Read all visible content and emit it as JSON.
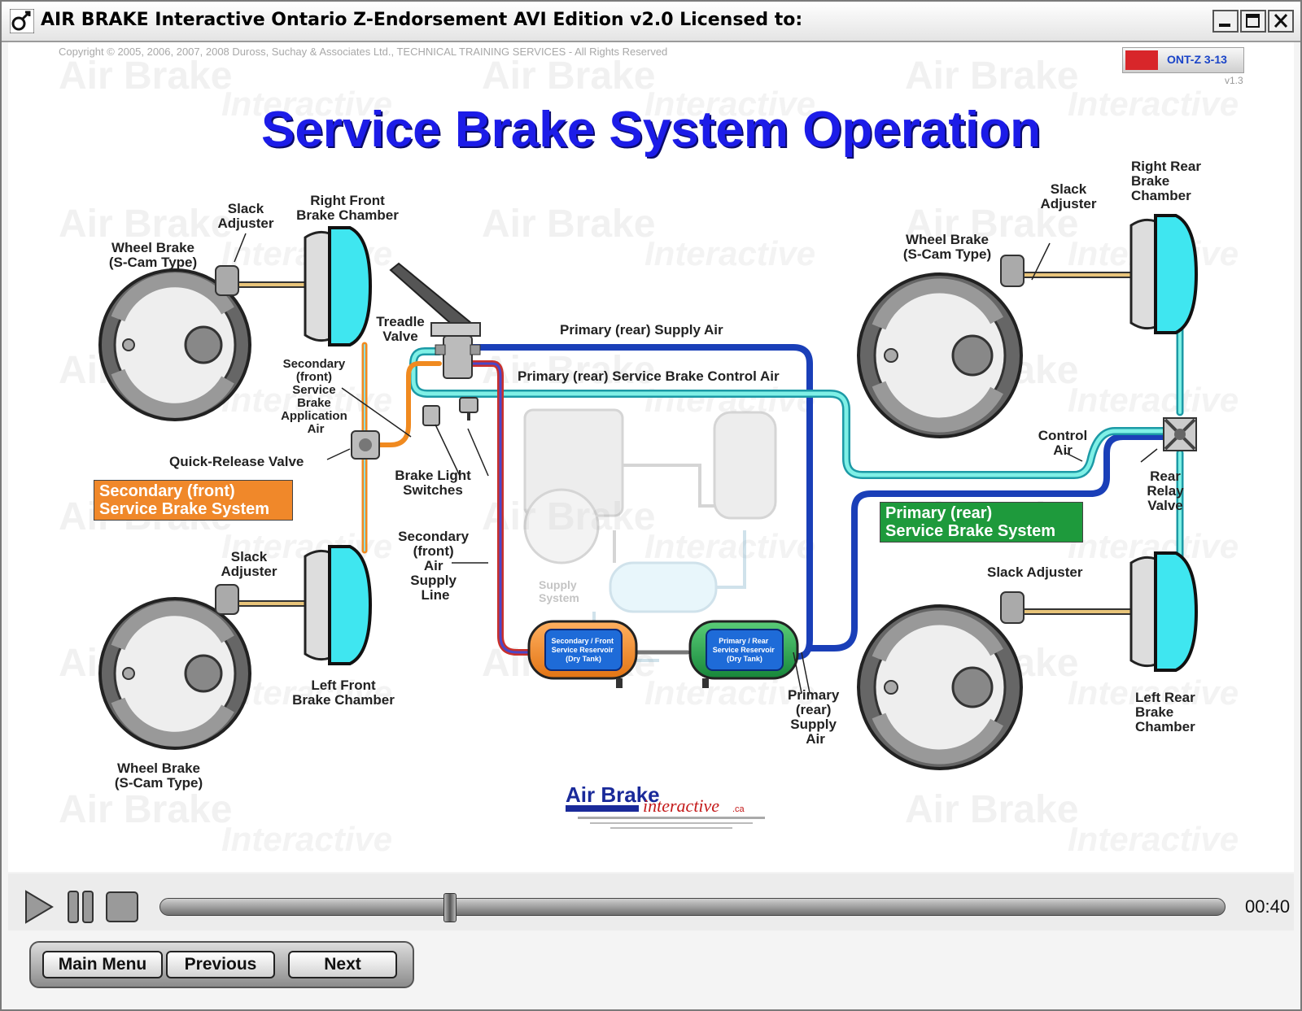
{
  "window": {
    "title": "AIR BRAKE Interactive Ontario Z-Endorsement AVI Edition v2.0  Licensed to:"
  },
  "slide": {
    "copyright": "Copyright © 2005, 2006, 2007, 2008  Duross, Suchay & Associates Ltd., TECHNICAL TRAINING SERVICES - All Rights Reserved",
    "badge": "ONT-Z 3-13",
    "version": "v1.3",
    "title": "Service Brake System Operation",
    "logo_line1": "Air Brake",
    "logo_line2": "interactive",
    "logo_suffix": ".ca",
    "watermark_line1": "Air Brake",
    "watermark_line2": "Interactive"
  },
  "labels": {
    "rf_slack": [
      "Slack",
      "Adjuster"
    ],
    "rf_chamber": [
      "Right Front",
      "Brake Chamber"
    ],
    "lf_wheel_top": [
      "Wheel Brake",
      "(S-Cam Type)"
    ],
    "treadle": [
      "Treadle",
      "Valve"
    ],
    "secondary_app": [
      "Secondary",
      "(front)",
      "Service",
      "Brake",
      "Application",
      "Air"
    ],
    "quick_release": "Quick-Release Valve",
    "brake_light": [
      "Brake Light",
      "Switches"
    ],
    "secondary_front_system": [
      "Secondary (front)",
      "Service Brake System"
    ],
    "lf_slack": [
      "Slack",
      "Adjuster"
    ],
    "secondary_supply": [
      "Secondary",
      "(front)",
      "Air",
      "Supply",
      "Line"
    ],
    "lf_chamber": [
      "Left Front",
      "Brake Chamber"
    ],
    "lf_wheel_bottom": [
      "Wheel Brake",
      "(S-Cam Type)"
    ],
    "primary_supply_air": "Primary (rear) Supply Air",
    "primary_control_air": "Primary (rear) Service Brake Control Air",
    "supply_system": [
      "Supply",
      "System"
    ],
    "secondary_tank": [
      "Secondary / Front",
      "Service Reservoir",
      "(Dry Tank)"
    ],
    "primary_tank": [
      "Primary / Rear",
      "Service Reservoir",
      "(Dry Tank)"
    ],
    "primary_rear_supply": [
      "Primary",
      "(rear)",
      "Supply",
      "Air"
    ],
    "rr_slack": [
      "Slack",
      "Adjuster"
    ],
    "rr_chamber": [
      "Right Rear",
      "Brake",
      "Chamber"
    ],
    "rr_wheel": [
      "Wheel Brake",
      "(S-Cam Type)"
    ],
    "control_air": [
      "Control",
      "Air"
    ],
    "relay_valve": [
      "Rear",
      "Relay",
      "Valve"
    ],
    "primary_rear_system": [
      "Primary (rear)",
      "Service Brake System"
    ],
    "lr_slack": "Slack Adjuster",
    "lr_chamber": [
      "Left Rear",
      "Brake",
      "Chamber"
    ]
  },
  "player": {
    "time": "00:40",
    "progress": 0.27
  },
  "nav": {
    "main_menu": "Main Menu",
    "previous": "Previous",
    "next": "Next"
  },
  "colors": {
    "title": "#1c1ce8",
    "secondary_system": "#f0882a",
    "primary_system": "#1e9a3c",
    "supply_line": "#1a3fb8",
    "control_line": "#4fd8cc",
    "chamber": "#3fe6f0"
  }
}
